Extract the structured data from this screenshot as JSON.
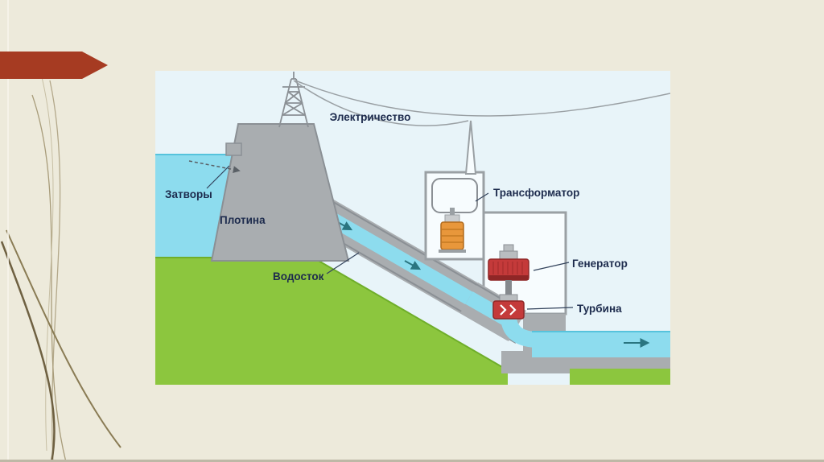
{
  "slide": {
    "background": "#edeadb",
    "accent_color": "#a63b22"
  },
  "diagram": {
    "labels": {
      "electricity": "Электричество",
      "gates": "Затворы",
      "dam": "Плотина",
      "drain": "Водосток",
      "transformer": "Трансформатор",
      "generator": "Генератор",
      "turbine": "Турбина"
    },
    "colors": {
      "sky": "#e8f4f9",
      "water": "#8ddcee",
      "water_edge": "#56c3dc",
      "ground": "#8cc63e",
      "ground_edge": "#6fae2a",
      "structure": "#a9adb0",
      "structure_edge": "#8b9095",
      "building": "#f7fcfe",
      "transformer": "#e8973b",
      "machine": "#c43a3a",
      "label_text": "#1d2b4d",
      "flow_arrow": "#2a7580"
    }
  }
}
